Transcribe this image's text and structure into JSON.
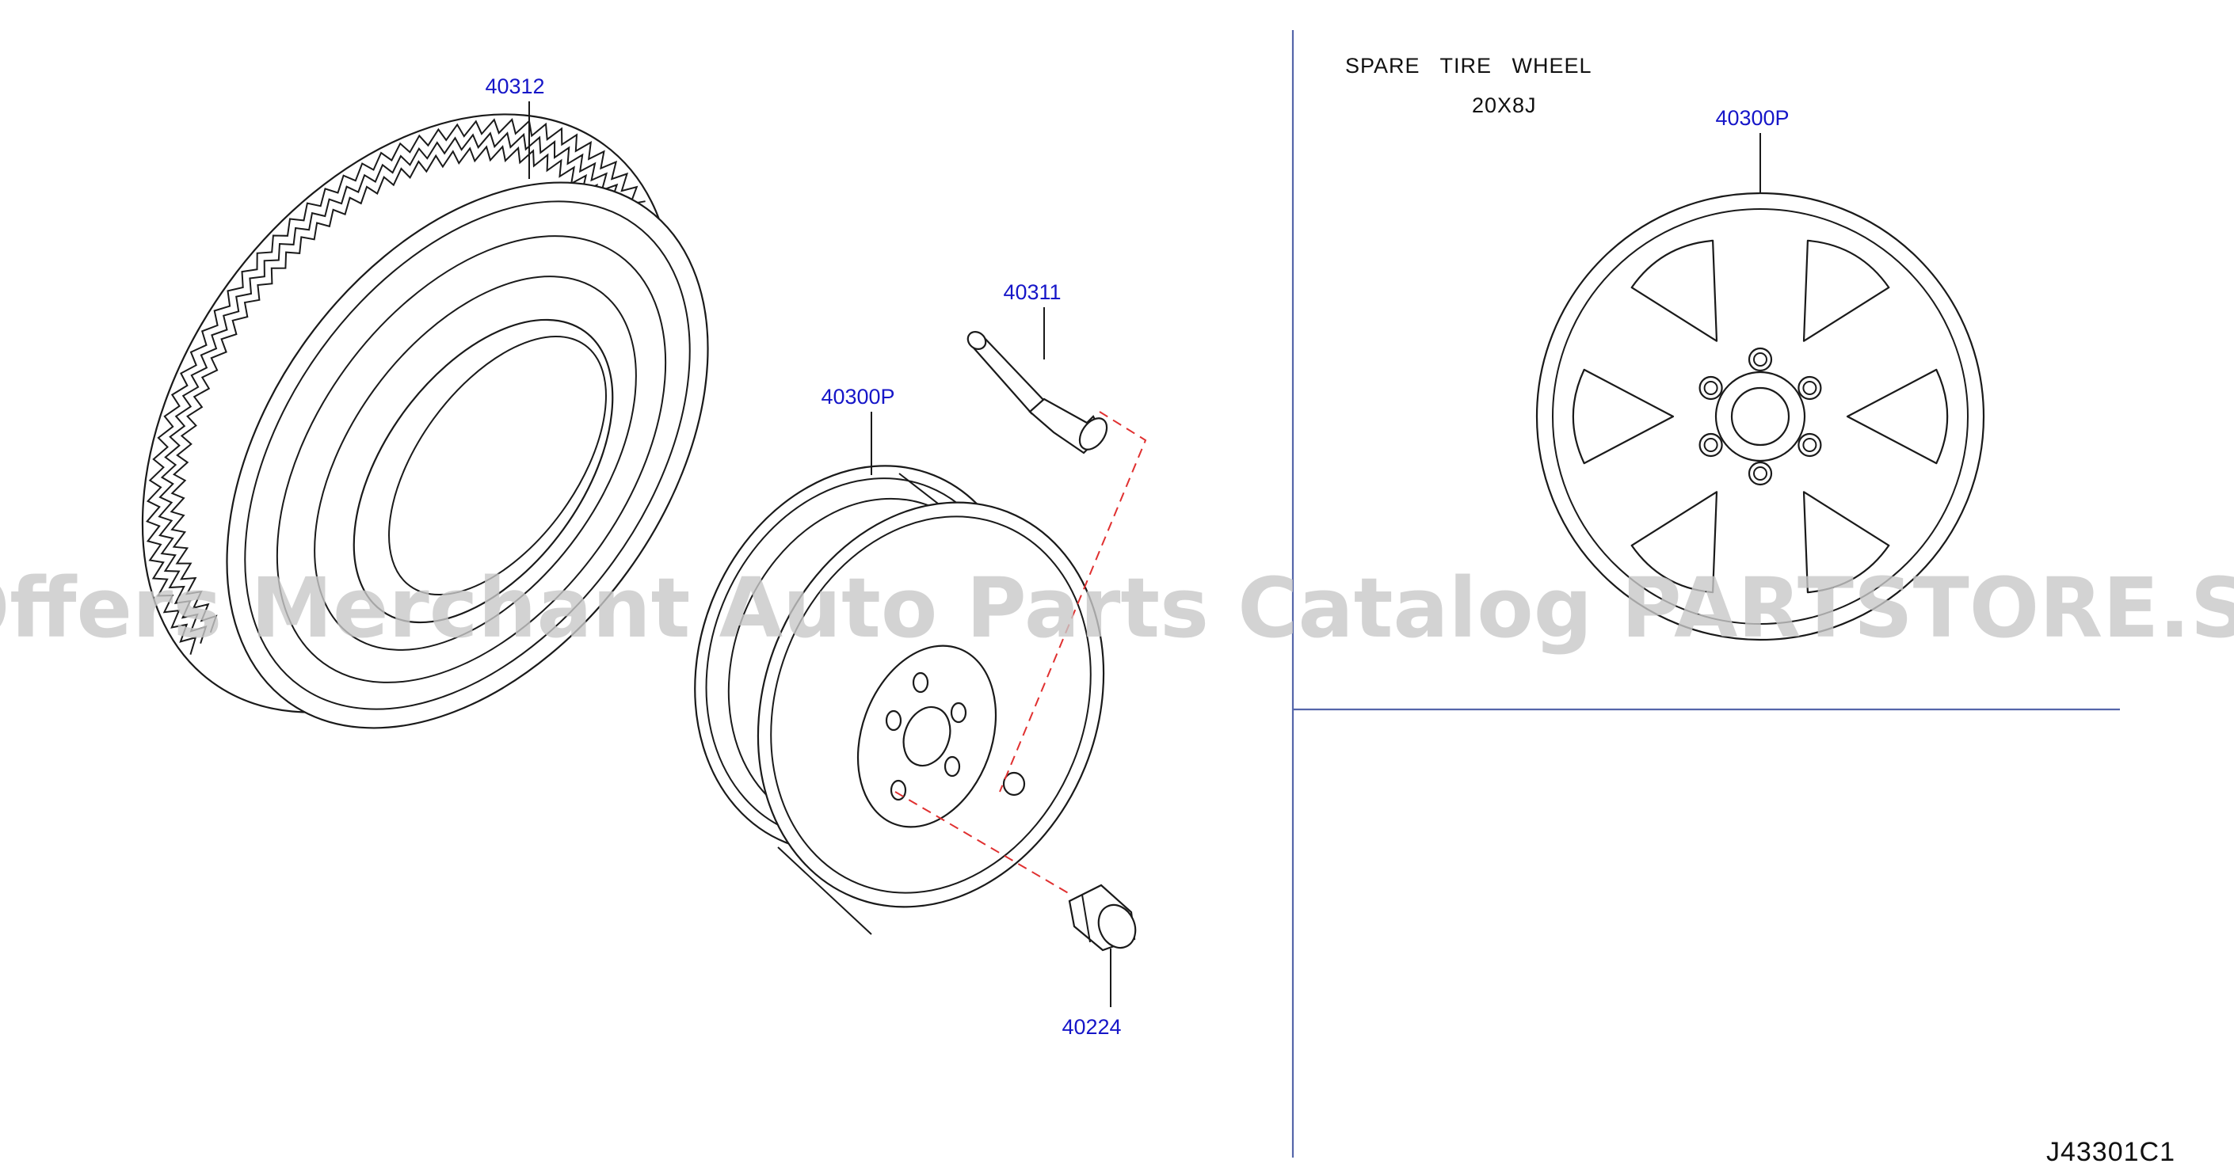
{
  "callouts": {
    "tire": "40312",
    "valve": "40311",
    "wheel": "40300P",
    "nut": "40224",
    "spare_wheel": "40300P"
  },
  "spare_panel": {
    "title": "SPARE   TIRE   WHEEL",
    "size": "20X8J"
  },
  "diagram_code": "J43301C1",
  "watermark": "Offers Merchant Auto Parts Catalog PARTSTORE.SA",
  "colors": {
    "callout_text": "#1616c8",
    "install_path": "#e03030",
    "divider": "#5566aa"
  }
}
